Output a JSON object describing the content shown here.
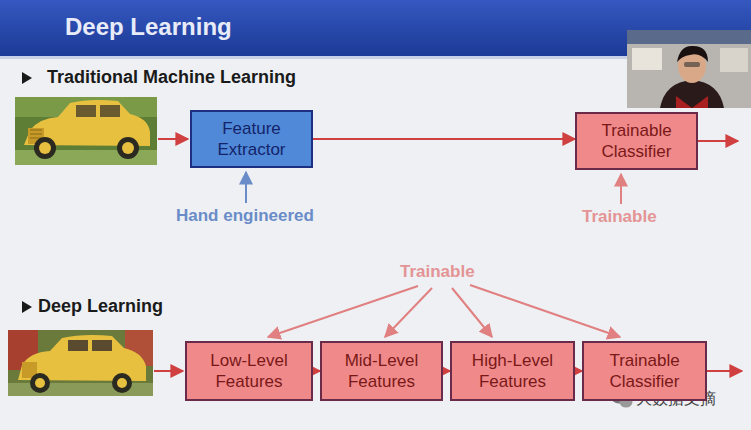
{
  "diagram": {
    "title": "Deep Learning",
    "nodes": [
      {
        "text": [
          "Feature Extractor"
        ]
      },
      {
        "text": [
          "Trainable Classifier"
        ]
      },
      {
        "text": [
          "Low-Level Features"
        ]
      },
      {
        "text": [
          "Mid-Level Features"
        ]
      },
      {
        "text": [
          "High-Level Features"
        ]
      },
      {
        "text": [
          "Trainable Classifier"
        ]
      }
    ],
    "edges": [
      {
        "from": 0,
        "to": 1,
        "arrow": "to"
      },
      {
        "from": 2,
        "to": 3,
        "arrow": "to"
      },
      {
        "from": 3,
        "to": 4,
        "arrow": "to"
      },
      {
        "from": 4,
        "to": 5,
        "arrow": "to"
      }
    ],
    "labels": [
      "Traditional Machine Learning",
      "Hand engineered",
      "Trainable",
      "Trainable",
      "Deep Learning",
      "大数据文摘"
    ]
  }
}
